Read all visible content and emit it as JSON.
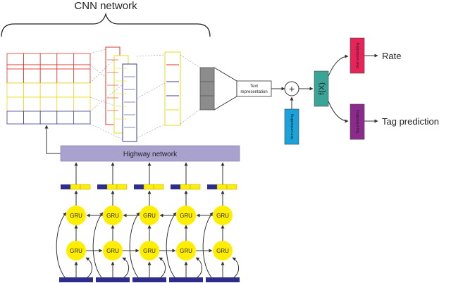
{
  "title": "CNN network",
  "highway_label": "Highway network",
  "gru_label": "GRU",
  "text_representation": [
    "Text",
    "representation"
  ],
  "item_embedding": "Item embedding",
  "fx": "f(X)",
  "user_embedding": "User embedding",
  "tag_embedding": "Tag embedding",
  "outputs": {
    "rate": "Rate",
    "tag": "Tag prediction"
  },
  "colors": {
    "gru": "#ffee00",
    "navy": "#2e2e8a",
    "highway": "#a9a2cf",
    "teal": "#3aa597",
    "item_embedding": "#1aa3db",
    "user_embedding": "#e8235a",
    "tag_embedding": "#8d2a8d",
    "red_grid": "#e2342f",
    "yellow_grid": "#eadb1a",
    "blue_grid": "#3d3d9c"
  }
}
